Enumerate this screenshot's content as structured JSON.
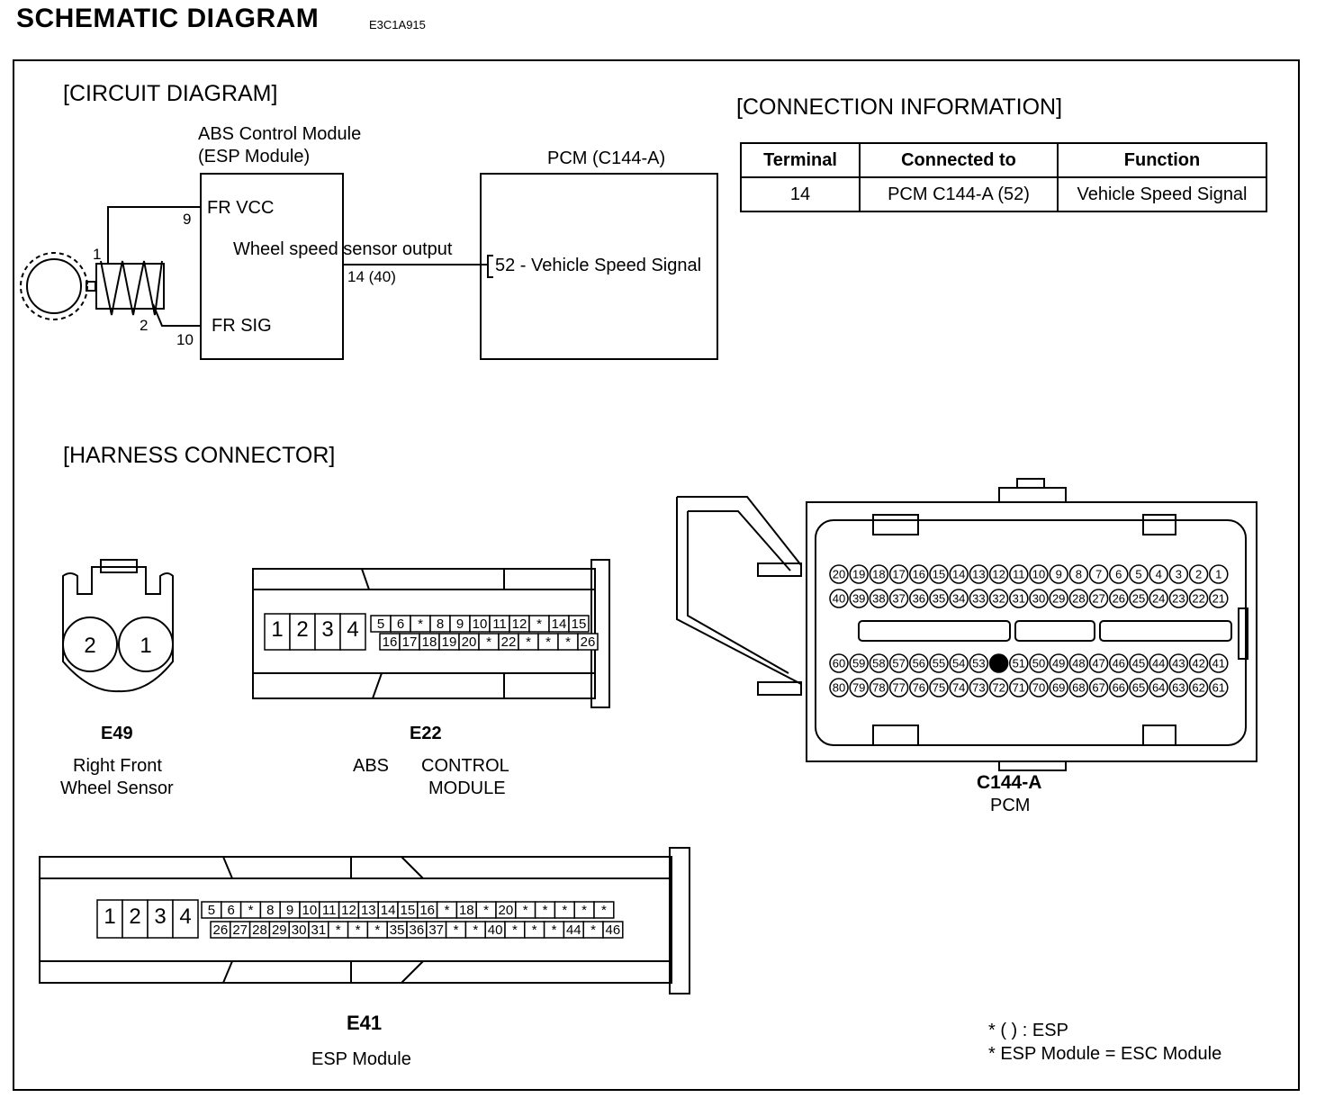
{
  "header": {
    "title": "SCHEMATIC DIAGRAM",
    "code": "E3C1A915"
  },
  "circuit": {
    "section_title": "[CIRCUIT DIAGRAM]",
    "abs_module_line1": "ABS Control Module",
    "abs_module_line2": "(ESP Module)",
    "fr_vcc": "FR VCC",
    "fr_sig": "FR SIG",
    "wheel_speed_output": "Wheel speed sensor output",
    "pin_9": "9",
    "pin_10": "10",
    "pin_14": "14 (40)",
    "sensor_pin_1": "1",
    "sensor_pin_2": "2",
    "pcm_title": "PCM (C144-A)",
    "pcm_signal": "52 - Vehicle Speed Signal"
  },
  "connection_info": {
    "section_title": "[CONNECTION INFORMATION]",
    "headers": [
      "Terminal",
      "Connected to",
      "Function"
    ],
    "rows": [
      [
        "14",
        "PCM C144-A (52)",
        "Vehicle Speed Signal"
      ]
    ]
  },
  "harness": {
    "section_title": "[HARNESS CONNECTOR]",
    "e49": {
      "id": "E49",
      "name_line1": "Right Front",
      "name_line2": "Wheel Sensor",
      "pins": [
        "2",
        "1"
      ]
    },
    "e22": {
      "id": "E22",
      "name_a": "ABS",
      "name_b": "CONTROL",
      "name_c": "MODULE",
      "big_pins": [
        "1",
        "2",
        "3",
        "4"
      ],
      "row1": [
        "5",
        "6",
        "*",
        "8",
        "9",
        "10",
        "11",
        "12",
        "*",
        "14",
        "15"
      ],
      "row2": [
        "16",
        "17",
        "18",
        "19",
        "20",
        "*",
        "22",
        "*",
        "*",
        "*",
        "26"
      ]
    },
    "c144": {
      "id": "C144-A",
      "name": "PCM",
      "row1": [
        "20",
        "19",
        "18",
        "17",
        "16",
        "15",
        "14",
        "13",
        "12",
        "11",
        "10",
        "9",
        "8",
        "7",
        "6",
        "5",
        "4",
        "3",
        "2",
        "1"
      ],
      "row2": [
        "40",
        "39",
        "38",
        "37",
        "36",
        "35",
        "34",
        "33",
        "32",
        "31",
        "30",
        "29",
        "28",
        "27",
        "26",
        "25",
        "24",
        "23",
        "22",
        "21"
      ],
      "row3": [
        "60",
        "59",
        "58",
        "57",
        "56",
        "55",
        "54",
        "53",
        "52",
        "51",
        "50",
        "49",
        "48",
        "47",
        "46",
        "45",
        "44",
        "43",
        "42",
        "41"
      ],
      "row4": [
        "80",
        "79",
        "78",
        "77",
        "76",
        "75",
        "74",
        "73",
        "72",
        "71",
        "70",
        "69",
        "68",
        "67",
        "66",
        "65",
        "64",
        "63",
        "62",
        "61"
      ],
      "highlight_pin": "52"
    },
    "e41": {
      "id": "E41",
      "name": "ESP Module",
      "big_pins": [
        "1",
        "2",
        "3",
        "4"
      ],
      "row1": [
        "5",
        "6",
        "*",
        "8",
        "9",
        "10",
        "11",
        "12",
        "13",
        "14",
        "15",
        "16",
        "*",
        "18",
        "*",
        "20",
        "*",
        "*",
        "*",
        "*",
        "*"
      ],
      "row2": [
        "26",
        "27",
        "28",
        "29",
        "30",
        "31",
        "*",
        "*",
        "*",
        "35",
        "36",
        "37",
        "*",
        "*",
        "40",
        "*",
        "*",
        "*",
        "44",
        "*",
        "46"
      ]
    }
  },
  "notes": {
    "line1": "* ( ) : ESP",
    "line2": "* ESP Module = ESC Module"
  }
}
